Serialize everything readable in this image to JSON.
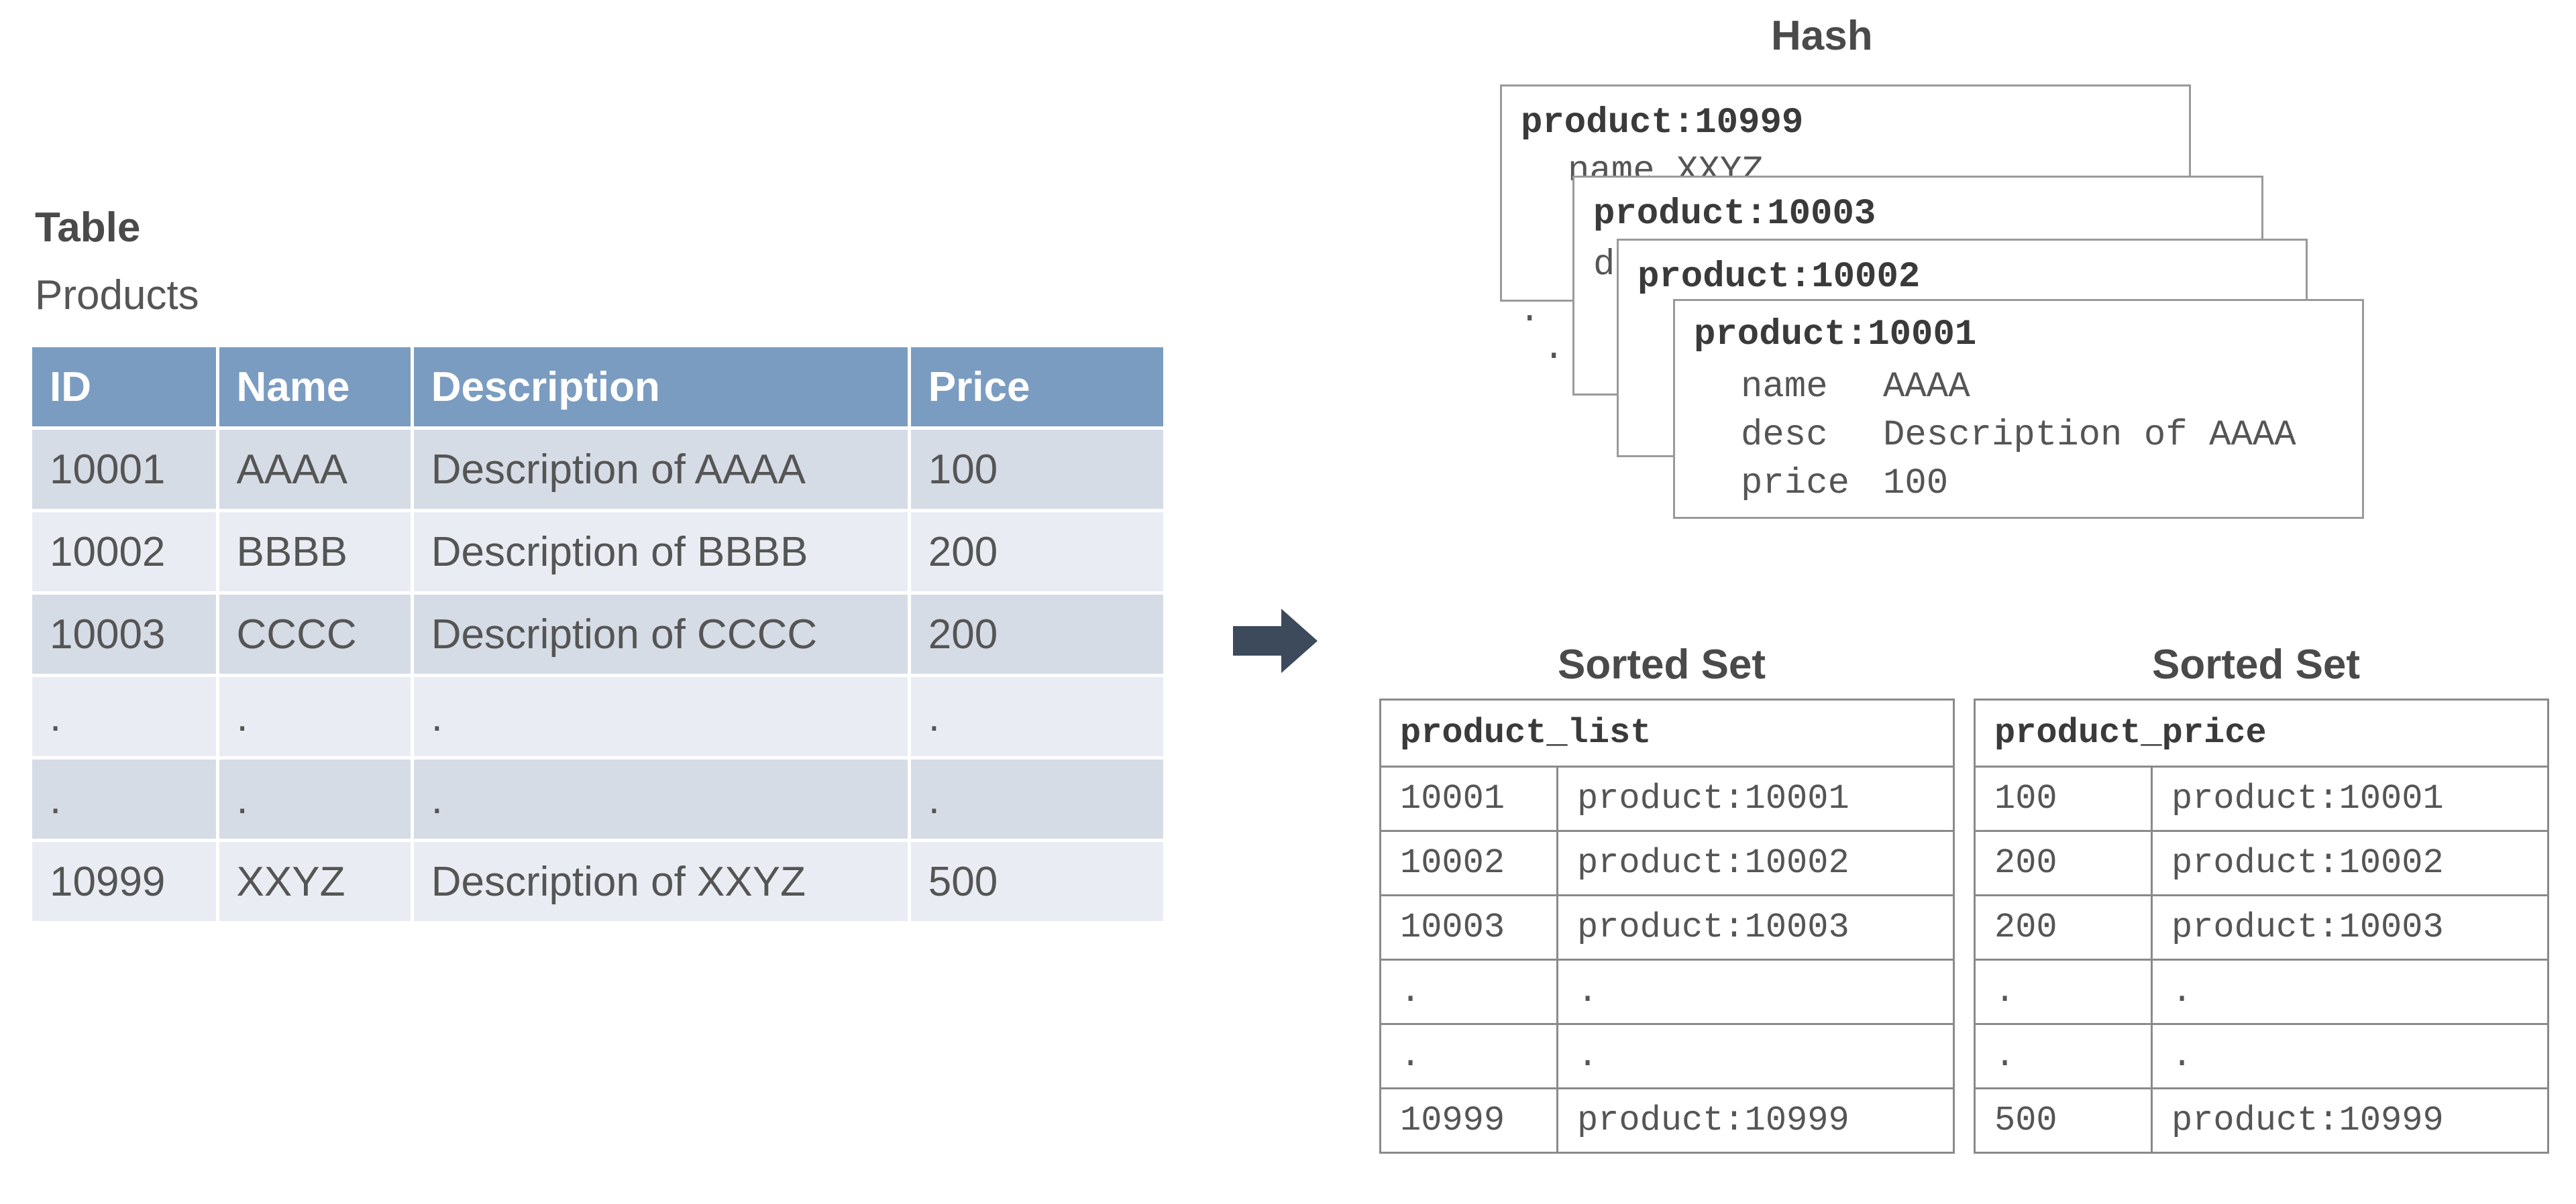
{
  "table": {
    "heading": "Table",
    "subheading": "Products",
    "columns": [
      "ID",
      "Name",
      "Description",
      "Price"
    ],
    "rows": [
      [
        "10001",
        "AAAA",
        "Description of AAAA",
        "100"
      ],
      [
        "10002",
        "BBBB",
        "Description of BBBB",
        "200"
      ],
      [
        "10003",
        "CCCC",
        "Description of CCCC",
        "200"
      ],
      [
        ".",
        ".",
        ".",
        "."
      ],
      [
        ".",
        ".",
        ".",
        "."
      ],
      [
        "10999",
        "XXYZ",
        "Description of XXYZ",
        "500"
      ]
    ]
  },
  "arrow_color": "#3d4a5c",
  "hash": {
    "title": "Hash",
    "dot": ".",
    "back_card_peek": "name XXYZ",
    "back_card_peek_letter": "d",
    "cards": [
      {
        "key": "product:10999"
      },
      {
        "key": "product:10003"
      },
      {
        "key": "product:10002"
      },
      {
        "key": "product:10001",
        "fields": [
          {
            "name": "name",
            "value": "AAAA"
          },
          {
            "name": "desc",
            "value": "Description of AAAA"
          },
          {
            "name": "price",
            "value": "100"
          }
        ]
      }
    ]
  },
  "sorted_sets": [
    {
      "title": "Sorted Set",
      "key": "product_list",
      "rows": [
        [
          "10001",
          "product:10001"
        ],
        [
          "10002",
          "product:10002"
        ],
        [
          "10003",
          "product:10003"
        ],
        [
          ".",
          "."
        ],
        [
          ".",
          "."
        ],
        [
          "10999",
          "product:10999"
        ]
      ]
    },
    {
      "title": "Sorted Set",
      "key": "product_price",
      "rows": [
        [
          "100",
          "product:10001"
        ],
        [
          "200",
          "product:10002"
        ],
        [
          "200",
          "product:10003"
        ],
        [
          ".",
          "."
        ],
        [
          ".",
          "."
        ],
        [
          "500",
          "product:10999"
        ]
      ]
    }
  ]
}
